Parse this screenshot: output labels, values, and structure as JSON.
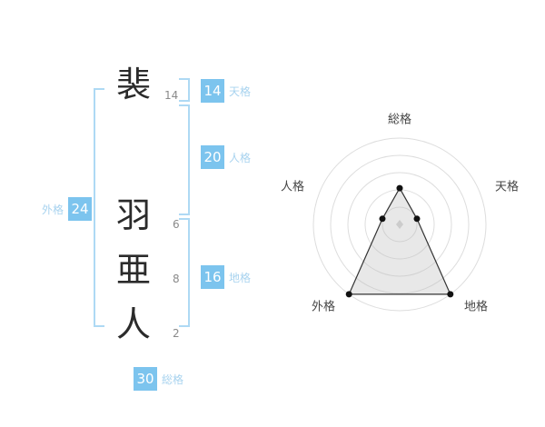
{
  "name": {
    "chars": [
      {
        "char": "裴",
        "strokes": "14"
      },
      {
        "char": "羽",
        "strokes": "6"
      },
      {
        "char": "亜",
        "strokes": "8"
      },
      {
        "char": "人",
        "strokes": "2"
      }
    ]
  },
  "gokaku": {
    "tenkaku": {
      "label": "天格",
      "value": "14"
    },
    "jinkaku": {
      "label": "人格",
      "value": "20"
    },
    "chikaku": {
      "label": "地格",
      "value": "16"
    },
    "gaikaku": {
      "label": "外格",
      "value": "24"
    },
    "soukaku": {
      "label": "総格",
      "value": "30"
    }
  },
  "colors": {
    "badge_blue": "#7cc4ee",
    "bracket_blue": "#aed9f4",
    "label_blue": "#a8d3ef",
    "ring_gray": "#dddddd",
    "polygon_stroke": "#333333",
    "polygon_fill": "rgba(190,190,190,0.35)",
    "point_black": "#111111",
    "center_marker_gray": "#cccccc"
  },
  "chart_data": {
    "type": "radar",
    "title": "",
    "axes": [
      "総格",
      "天格",
      "地格",
      "外格",
      "人格"
    ],
    "values": [
      42,
      21,
      100,
      100,
      21
    ],
    "value_scale": "percent-of-max-radius",
    "rings": 5,
    "start": "top",
    "direction": "clockwise",
    "legend": "none",
    "grid": "concentric-circles"
  }
}
